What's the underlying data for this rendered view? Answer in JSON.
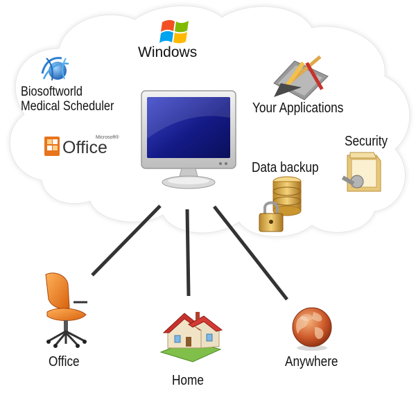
{
  "cloud": {
    "windows_label": "Windows",
    "biosoft_line1": "Biosoftworld",
    "biosoft_line2": "Medical Scheduler",
    "office_label": "Office",
    "office_super": "Microsoft®",
    "apps_label": "Your Applications",
    "security_label": "Security",
    "backup_label": "Data backup"
  },
  "endpoints": {
    "office_label": "Office",
    "home_label": "Home",
    "anywhere_label": "Anywhere"
  },
  "colors": {
    "cloud_fill": "#ffffff",
    "cloud_stroke": "#d9d9d9",
    "monitor_screen": "#1a1f8a",
    "monitor_frame": "#d8d8d8",
    "connector": "#333333",
    "chair": "#f0801e",
    "house_roof": "#c8322c",
    "globe": "#c9562a"
  },
  "icons": [
    "windows-logo-icon",
    "globe-logo-icon",
    "office-logo-icon",
    "monitor-icon",
    "tools-icon",
    "folder-lock-icon",
    "database-lock-icon",
    "chair-icon",
    "house-icon",
    "globe-icon"
  ]
}
